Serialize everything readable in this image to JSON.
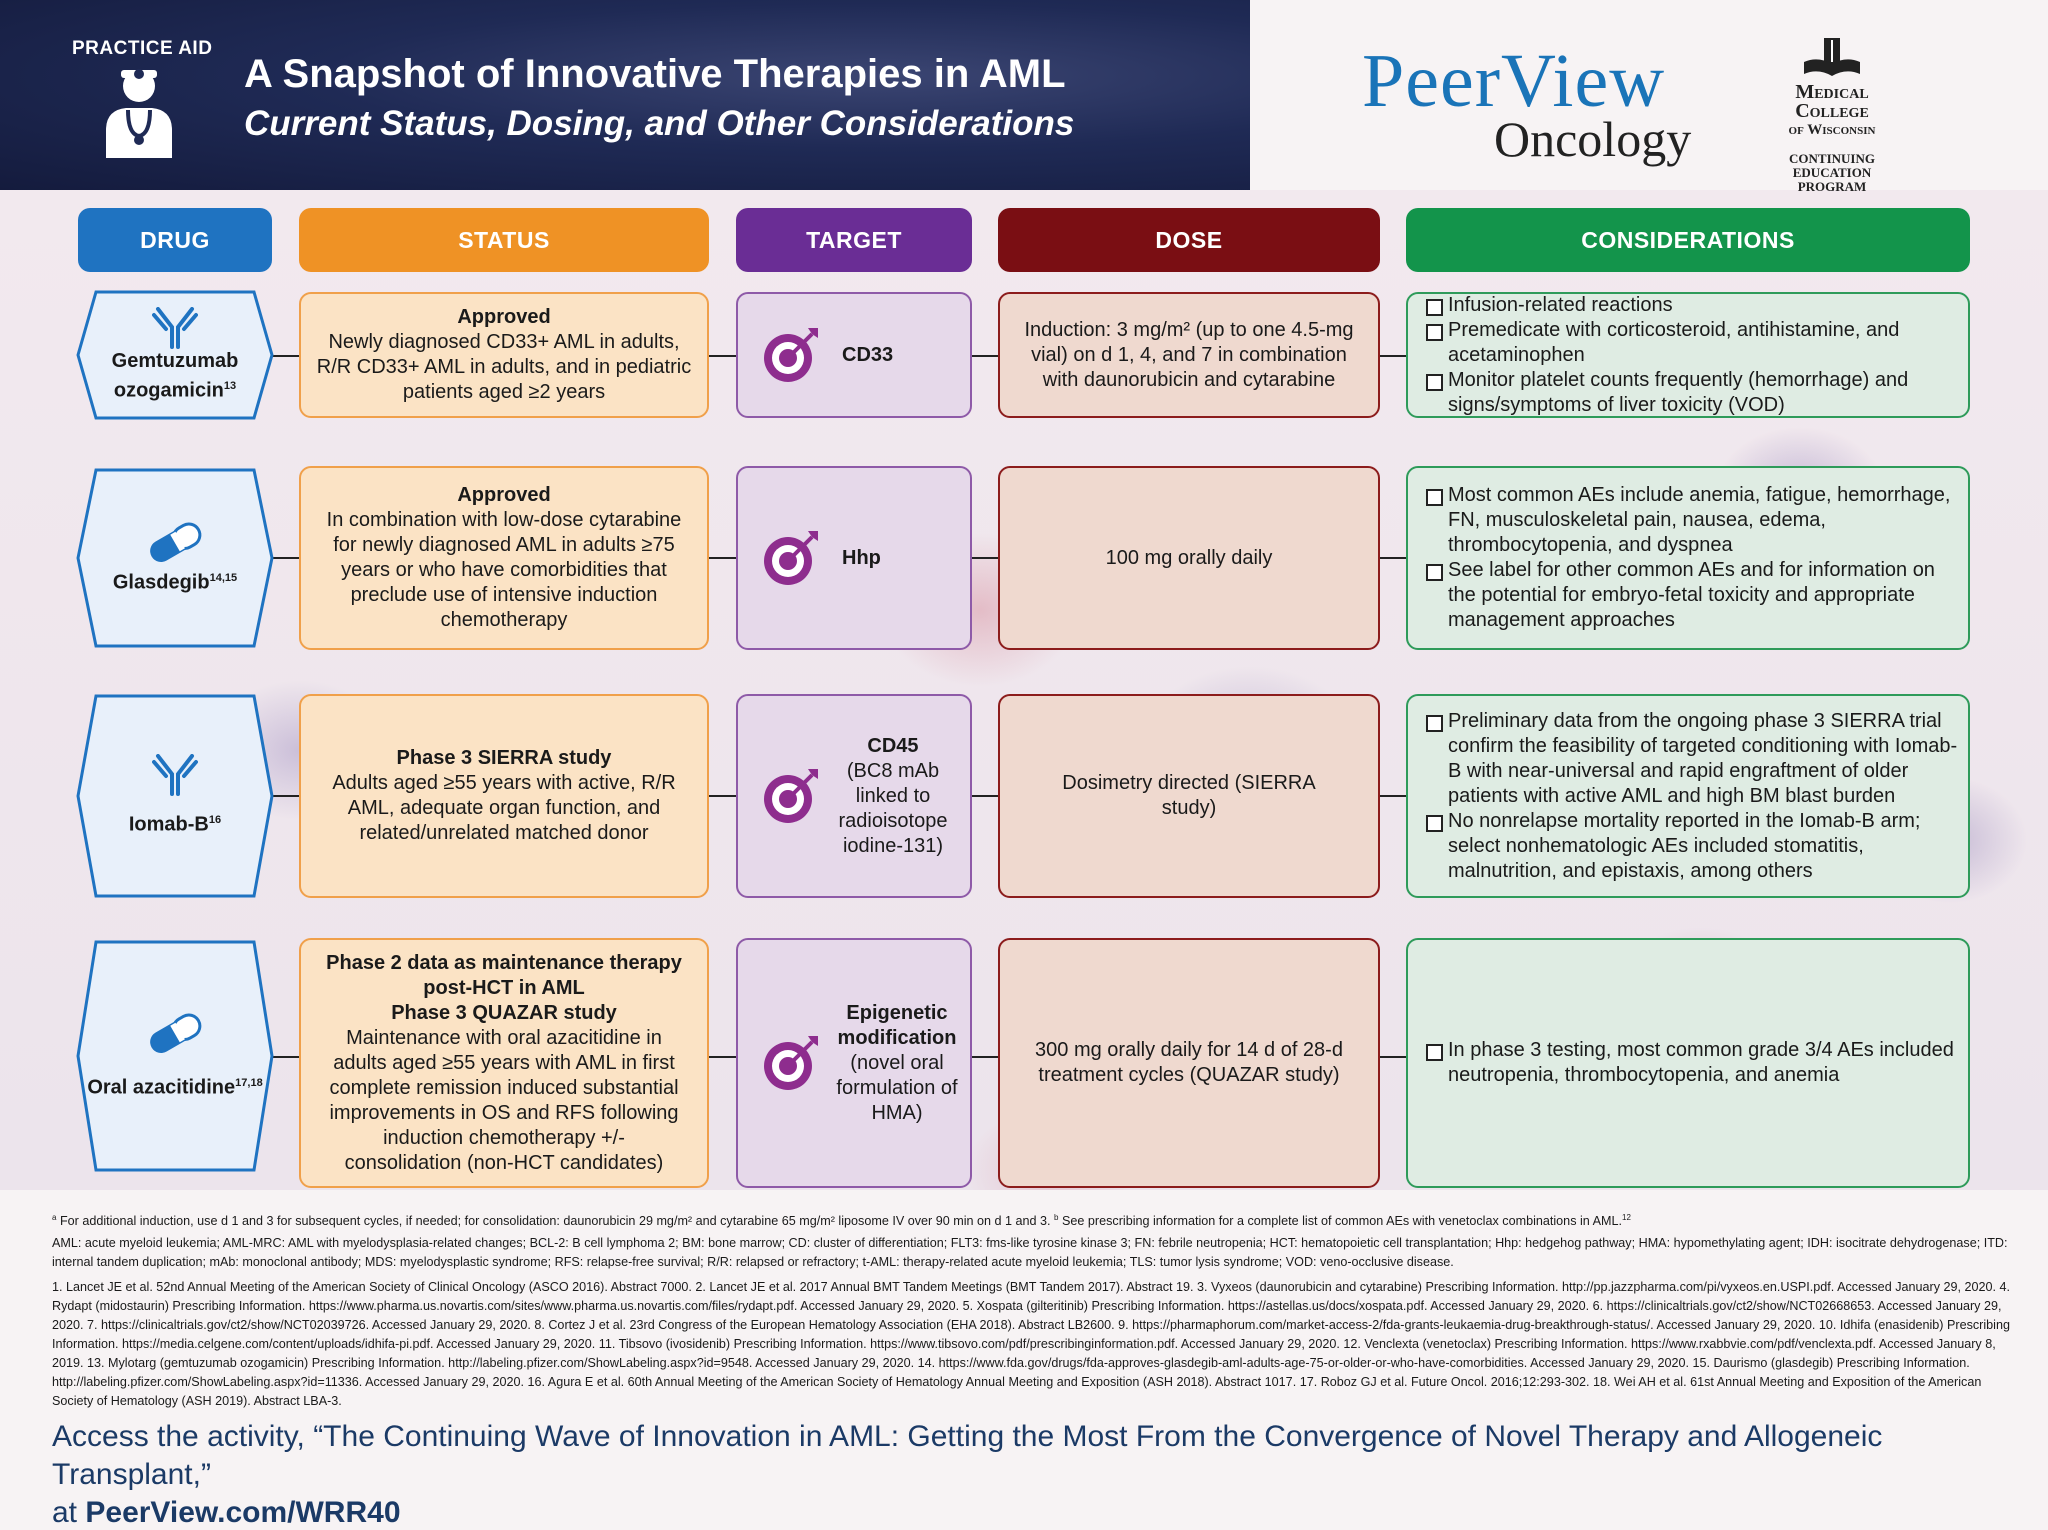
{
  "header": {
    "practice_aid": "PRACTICE AID",
    "title": "A Snapshot of Innovative Therapies in AML",
    "subtitle": "Current Status, Dosing, and Other Considerations",
    "brand": "PeerView",
    "brand_sub": "Oncology",
    "mcw_line1": "Medical",
    "mcw_line2": "College",
    "mcw_line3": "of Wisconsin",
    "mcw_cep1": "CONTINUING EDUCATION",
    "mcw_cep2": "PROGRAM"
  },
  "columns": {
    "drug": "DRUG",
    "status": "STATUS",
    "target": "TARGET",
    "dose": "DOSE",
    "considerations": "CONSIDERATIONS"
  },
  "colors": {
    "drug": "#1f73c1",
    "status": "#ef9225",
    "target": "#6a2d95",
    "dose": "#7a0e13",
    "considerations": "#13944b"
  },
  "rows": [
    {
      "drug_name": "Gemtuzumab ozogamicin",
      "drug_ref": "13",
      "drug_icon": "antibody-icon",
      "status_head": "Approved",
      "status_text": "Newly diagnosed CD33+ AML in adults, R/R CD33+ AML in adults, and in pediatric patients aged ≥2 years",
      "target": "CD33",
      "dose": "Induction: 3 mg/m² (up to one 4.5-mg vial) on d 1, 4, and 7 in combination with daunorubicin and cytarabine",
      "considerations": [
        "Infusion-related reactions",
        "Premedicate with corticosteroid, antihistamine, and acetaminophen",
        "Monitor platelet counts frequently (hemorrhage) and signs/symptoms of liver toxicity (VOD)"
      ]
    },
    {
      "drug_name": "Glasdegib",
      "drug_ref": "14,15",
      "drug_icon": "pill-icon",
      "status_head": "Approved",
      "status_text": "In combination with low-dose cytarabine for newly diagnosed AML in adults ≥75 years or who have comorbidities that preclude use of intensive induction chemotherapy",
      "target": "Hhp",
      "dose": "100 mg orally daily",
      "considerations": [
        "Most common AEs include anemia, fatigue, hemorrhage, FN, musculoskeletal pain, nausea, edema, thrombocytopenia, and dyspnea",
        "See label for other common AEs and for information on the potential for embryo-fetal toxicity and appropriate management approaches"
      ]
    },
    {
      "drug_name": "Iomab-B",
      "drug_ref": "16",
      "drug_icon": "antibody-icon",
      "status_head": "Phase 3 SIERRA study",
      "status_text": "Adults aged ≥55 years with active, R/R AML, adequate organ function, and related/unrelated matched donor",
      "target_head": "CD45",
      "target_text": "(BC8 mAb linked to radioisotope iodine-131)",
      "dose": "Dosimetry directed (SIERRA study)",
      "considerations": [
        "Preliminary data from the ongoing phase 3 SIERRA trial confirm the feasibility of targeted conditioning with Iomab-B with near-universal and rapid engraftment of older patients with active AML and high BM blast burden",
        "No nonrelapse mortality reported in the Iomab-B arm; select nonhematologic AEs included stomatitis, malnutrition, and epistaxis, among others"
      ]
    },
    {
      "drug_name": "Oral azacitidine",
      "drug_ref": "17,18",
      "drug_icon": "pill-icon",
      "status_head": "Phase 2 data as maintenance therapy post-HCT in AML",
      "status_head2": "Phase 3 QUAZAR study",
      "status_text": "Maintenance with oral azacitidine in adults aged ≥55 years with AML in first complete remission induced substantial improvements in OS and RFS following induction chemotherapy +/- consolidation (non-HCT candidates)",
      "target_head": "Epigenetic modification",
      "target_text": "(novel oral formulation of HMA)",
      "dose": "300 mg orally daily for 14 d of 28-d treatment cycles (QUAZAR study)",
      "considerations": [
        "In phase 3 testing, most common grade 3/4 AEs included neutropenia, thrombocytopenia, and anemia"
      ]
    }
  ],
  "footnote_a": "For additional induction, use d 1 and 3 for subsequent cycles, if needed; for consolidation: daunorubicin 29 mg/m² and cytarabine 65 mg/m² liposome IV over 90 min on d 1 and 3.",
  "footnote_b": "See prescribing information for a complete list of common AEs with venetoclax combinations in AML.",
  "footnote_b_ref": "12",
  "abbreviations": "AML: acute myeloid leukemia; AML-MRC: AML with myelodysplasia-related changes; BCL-2: B cell lymphoma 2; BM: bone marrow; CD: cluster of differentiation; FLT3: fms-like tyrosine kinase 3; FN: febrile neutropenia; HCT: hematopoietic cell transplantation; Hhp: hedgehog pathway; HMA: hypomethylating agent; IDH: isocitrate dehydrogenase; ITD: internal tandem duplication; mAb: monoclonal antibody; MDS: myelodysplastic syndrome; RFS: relapse-free survival; R/R: relapsed or refractory; t-AML: therapy-related acute myeloid leukemia; TLS: tumor lysis syndrome; VOD: veno-occlusive disease.",
  "references": "1. Lancet JE et al. 52nd Annual Meeting of the American Society of Clinical Oncology (ASCO 2016). Abstract 7000. 2. Lancet JE et al. 2017 Annual BMT Tandem Meetings (BMT Tandem 2017). Abstract 19. 3. Vyxeos (daunorubicin and cytarabine) Prescribing Information. http://pp.jazzpharma.com/pi/vyxeos.en.USPI.pdf. Accessed January 29, 2020. 4. Rydapt (midostaurin) Prescribing Information. https://www.pharma.us.novartis.com/sites/www.pharma.us.novartis.com/files/rydapt.pdf. Accessed January 29, 2020. 5. Xospata (gilteritinib) Prescribing Information. https://astellas.us/docs/xospata.pdf. Accessed January 29, 2020. 6. https://clinicaltrials.gov/ct2/show/NCT02668653. Accessed January 29, 2020. 7. https://clinicaltrials.gov/ct2/show/NCT02039726. Accessed January 29, 2020. 8. Cortez J et al. 23rd Congress of the European Hematology Association (EHA 2018). Abstract LB2600. 9. https://pharmaphorum.com/market-access-2/fda-grants-leukaemia-drug-breakthrough-status/. Accessed January 29, 2020. 10. Idhifa (enasidenib) Prescribing Information. https://media.celgene.com/content/uploads/idhifa-pi.pdf. Accessed January 29, 2020. 11. Tibsovo (ivosidenib) Prescribing Information. https://www.tibsovo.com/pdf/prescribinginformation.pdf. Accessed January 29, 2020. 12. Venclexta (venetoclax) Prescribing Information. https://www.rxabbvie.com/pdf/venclexta.pdf. Accessed January 8, 2019. 13. Mylotarg (gemtuzumab ozogamicin) Prescribing Information. http://labeling.pfizer.com/ShowLabeling.aspx?id=9548. Accessed January 29, 2020. 14. https://www.fda.gov/drugs/fda-approves-glasdegib-aml-adults-age-75-or-older-or-who-have-comorbidities. Accessed January 29, 2020. 15. Daurismo (glasdegib) Prescribing Information. http://labeling.pfizer.com/ShowLabeling.aspx?id=11336. Accessed January 29, 2020. 16. Agura E et al. 60th Annual Meeting of the American Society of Hematology Annual Meeting and Exposition (ASH 2018). Abstract 1017. 17. Roboz GJ et al. Future Oncol. 2016;12:293-302. 18. Wei AH et al. 61st Annual Meeting and Exposition of the American Society of Hematology (ASH 2019). Abstract LBA-3.",
  "cta_text": "Access the activity, “The Continuing Wave of Innovation in AML: Getting the Most From the Convergence of Novel Therapy and Allogeneic Transplant,”",
  "cta_at": "at",
  "cta_url": "PeerView.com/WRR40"
}
